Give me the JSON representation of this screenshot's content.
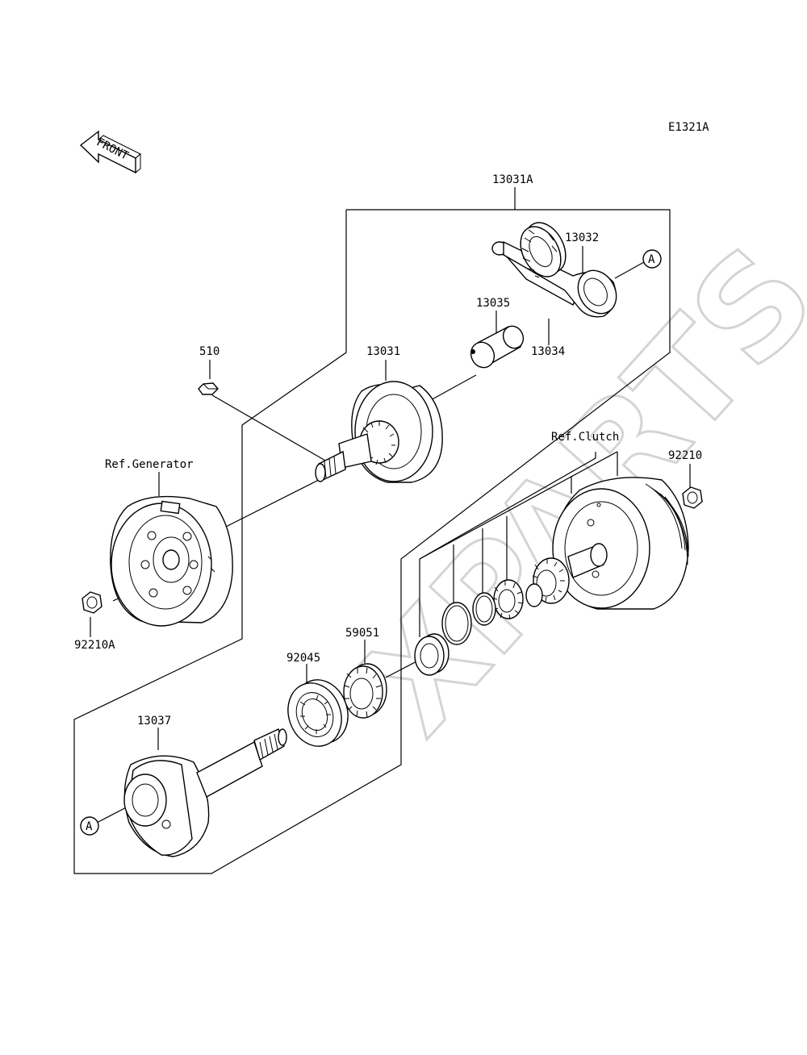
{
  "diagram_code": "E1321A",
  "front_label": "FRONT",
  "watermark": "XPARTS",
  "parts": {
    "p13031A": "13031A",
    "p13032": "13032",
    "p13035": "13035",
    "p13034": "13034",
    "p13031": "13031",
    "p510": "510",
    "ref_generator": "Ref.Generator",
    "ref_clutch": "Ref.Clutch",
    "p92210": "92210",
    "p92210A": "92210A",
    "p59051": "59051",
    "p92045": "92045",
    "p13037": "13037"
  },
  "callouts": {
    "a_top": "A",
    "a_bottom": "A"
  }
}
